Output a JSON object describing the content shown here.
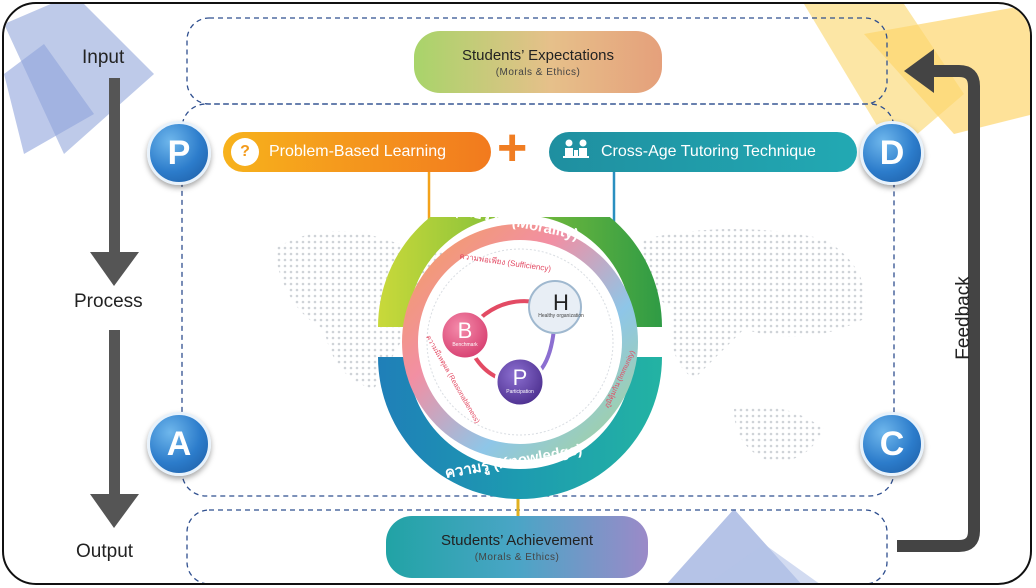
{
  "stages": {
    "input": "Input",
    "process": "Process",
    "output": "Output",
    "feedback": "Feedback"
  },
  "expectations": {
    "title": "Students’ Expectations",
    "subtitle": "(Morals & Ethics)"
  },
  "achievement": {
    "title": "Students’ Achievement",
    "subtitle": "(Morals & Ethics)"
  },
  "pdca": {
    "p": "P",
    "d": "D",
    "a": "A",
    "c": "C"
  },
  "methods": {
    "pbl": "Problem-Based Learning",
    "pbl_icon_text": "?",
    "plus": "+",
    "tutoring": "Cross-Age Tutoring Technique"
  },
  "wheel": {
    "morality": "คุณธรรม (Morality)",
    "knowledge": "ความรู้ (Knowledge)",
    "inner_top": "ความพอเพียง (Sufficiency)",
    "inner_left": "ความมีเหตุผล (Reasonableness)",
    "inner_right": "ภูมิคุ้มกัน (Immunity)",
    "h_letter": "H",
    "h_text": "Healthy organization",
    "b_letter": "B",
    "b_text": "Benchmark",
    "p_letter": "P",
    "p_text": "Participation"
  },
  "colors": {
    "blue": "#2c7ccb",
    "orange": "#f39a1a",
    "teal": "#1b98a8",
    "green": "#7bbd3a"
  }
}
